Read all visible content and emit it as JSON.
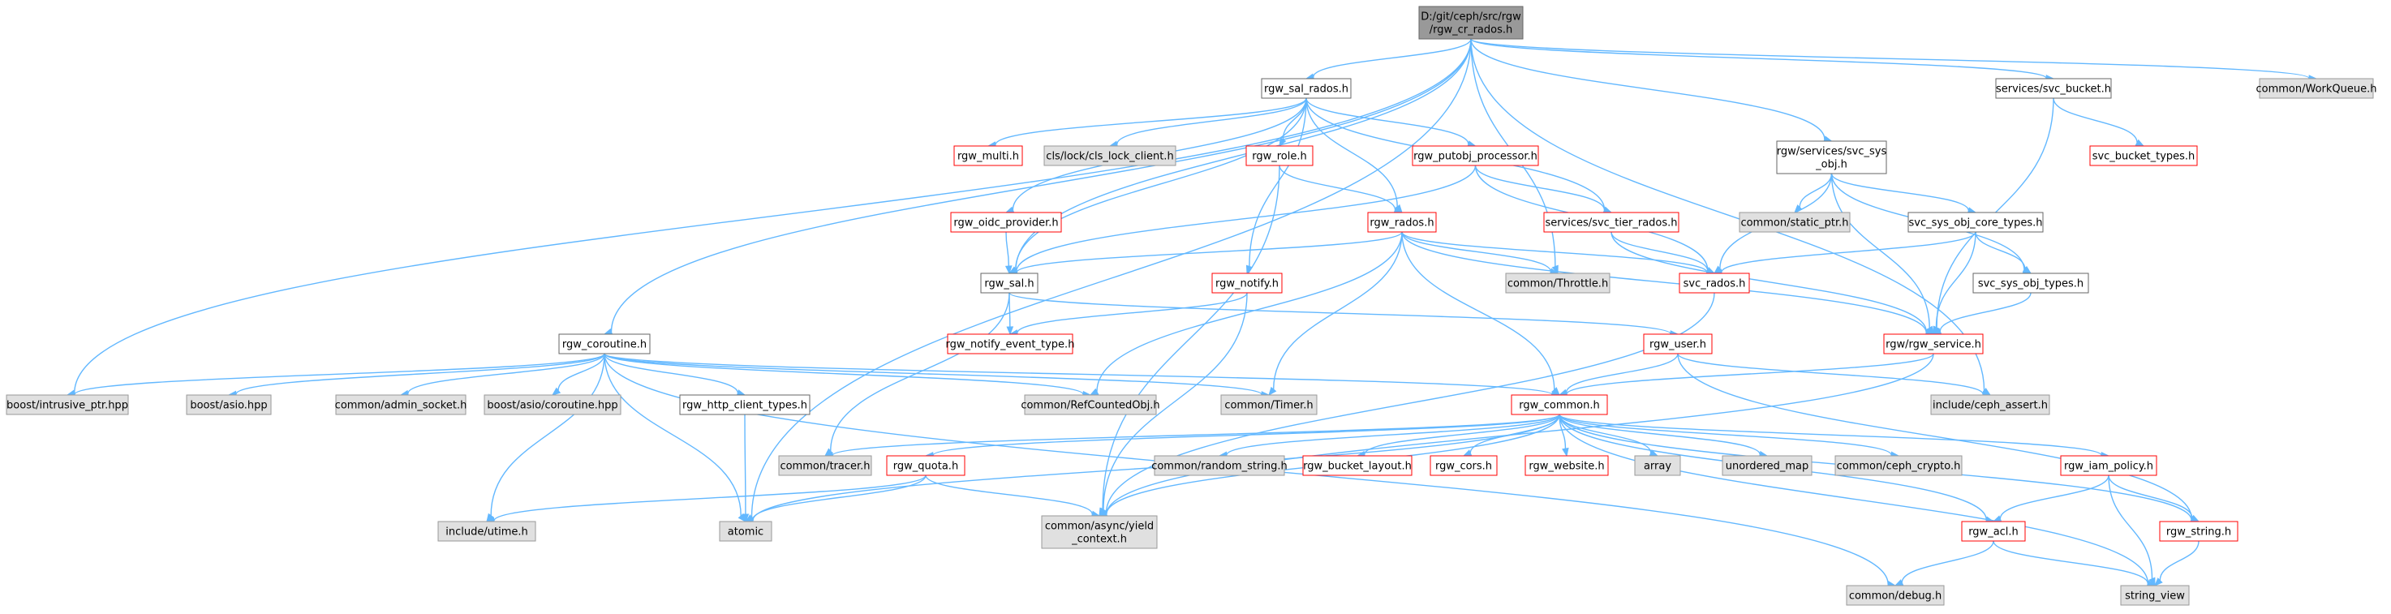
{
  "colors": {
    "root_fill": "#999999",
    "documented_fill": "#ffffff",
    "documented_stroke": "#666666",
    "undocumented_stroke": "#ff0000",
    "external_fill": "#e0e0e0",
    "external_stroke": "#999999",
    "edge": "#63b8ff"
  },
  "nodes": [
    {
      "id": "root",
      "lines": [
        "D:/git/ceph/src/rgw",
        "/rgw_cr_rados.h"
      ],
      "kind": "root"
    },
    {
      "id": "rgw_sal_rados",
      "lines": [
        "rgw_sal_rados.h"
      ],
      "kind": "documented"
    },
    {
      "id": "services_svc_bucket",
      "lines": [
        "services/svc_bucket.h"
      ],
      "kind": "documented"
    },
    {
      "id": "workqueue",
      "lines": [
        "common/WorkQueue.h"
      ],
      "kind": "external"
    },
    {
      "id": "rgw_multi",
      "lines": [
        "rgw_multi.h"
      ],
      "kind": "undocumented"
    },
    {
      "id": "cls_lock_client",
      "lines": [
        "cls/lock/cls_lock_client.h"
      ],
      "kind": "external"
    },
    {
      "id": "rgw_role",
      "lines": [
        "rgw_role.h"
      ],
      "kind": "undocumented"
    },
    {
      "id": "rgw_putobj_processor",
      "lines": [
        "rgw_putobj_processor.h"
      ],
      "kind": "undocumented"
    },
    {
      "id": "svc_sys_obj",
      "lines": [
        "rgw/services/svc_sys",
        "_obj.h"
      ],
      "kind": "documented"
    },
    {
      "id": "svc_bucket_types",
      "lines": [
        "svc_bucket_types.h"
      ],
      "kind": "undocumented"
    },
    {
      "id": "common_static_ptr",
      "lines": [
        "common/static_ptr.h"
      ],
      "kind": "external"
    },
    {
      "id": "rgw_oidc_provider",
      "lines": [
        "rgw_oidc_provider.h"
      ],
      "kind": "undocumented"
    },
    {
      "id": "rgw_rados",
      "lines": [
        "rgw_rados.h"
      ],
      "kind": "undocumented"
    },
    {
      "id": "svc_tier_rados",
      "lines": [
        "services/svc_tier_rados.h"
      ],
      "kind": "undocumented"
    },
    {
      "id": "svc_sys_obj_core_types",
      "lines": [
        "svc_sys_obj_core_types.h"
      ],
      "kind": "documented"
    },
    {
      "id": "rgw_sal",
      "lines": [
        "rgw_sal.h"
      ],
      "kind": "documented"
    },
    {
      "id": "rgw_notify",
      "lines": [
        "rgw_notify.h"
      ],
      "kind": "undocumented"
    },
    {
      "id": "common_throttle",
      "lines": [
        "common/Throttle.h"
      ],
      "kind": "external"
    },
    {
      "id": "svc_rados",
      "lines": [
        "svc_rados.h"
      ],
      "kind": "undocumented"
    },
    {
      "id": "svc_sys_obj_types",
      "lines": [
        "svc_sys_obj_types.h"
      ],
      "kind": "documented"
    },
    {
      "id": "rgw_coroutine",
      "lines": [
        "rgw_coroutine.h"
      ],
      "kind": "documented"
    },
    {
      "id": "rgw_notify_event_type",
      "lines": [
        "rgw_notify_event_type.h"
      ],
      "kind": "undocumented"
    },
    {
      "id": "rgw_user",
      "lines": [
        "rgw_user.h"
      ],
      "kind": "undocumented"
    },
    {
      "id": "rgw_service",
      "lines": [
        "rgw/rgw_service.h"
      ],
      "kind": "undocumented"
    },
    {
      "id": "boost_intrusive_ptr",
      "lines": [
        "boost/intrusive_ptr.hpp"
      ],
      "kind": "external"
    },
    {
      "id": "boost_asio",
      "lines": [
        "boost/asio.hpp"
      ],
      "kind": "external"
    },
    {
      "id": "common_admin_socket",
      "lines": [
        "common/admin_socket.h"
      ],
      "kind": "external"
    },
    {
      "id": "boost_asio_coroutine",
      "lines": [
        "boost/asio/coroutine.hpp"
      ],
      "kind": "external"
    },
    {
      "id": "rgw_http_client_types",
      "lines": [
        "rgw_http_client_types.h"
      ],
      "kind": "documented"
    },
    {
      "id": "common_refcountedobj",
      "lines": [
        "common/RefCountedObj.h"
      ],
      "kind": "external"
    },
    {
      "id": "common_timer",
      "lines": [
        "common/Timer.h"
      ],
      "kind": "external"
    },
    {
      "id": "rgw_common",
      "lines": [
        "rgw_common.h"
      ],
      "kind": "undocumented"
    },
    {
      "id": "include_ceph_assert",
      "lines": [
        "include/ceph_assert.h"
      ],
      "kind": "external"
    },
    {
      "id": "common_tracer",
      "lines": [
        "common/tracer.h"
      ],
      "kind": "external"
    },
    {
      "id": "rgw_quota",
      "lines": [
        "rgw_quota.h"
      ],
      "kind": "undocumented"
    },
    {
      "id": "common_random_string",
      "lines": [
        "common/random_string.h"
      ],
      "kind": "external"
    },
    {
      "id": "rgw_bucket_layout",
      "lines": [
        "rgw_bucket_layout.h"
      ],
      "kind": "undocumented"
    },
    {
      "id": "rgw_cors",
      "lines": [
        "rgw_cors.h"
      ],
      "kind": "undocumented"
    },
    {
      "id": "rgw_website",
      "lines": [
        "rgw_website.h"
      ],
      "kind": "undocumented"
    },
    {
      "id": "array",
      "lines": [
        "array"
      ],
      "kind": "external"
    },
    {
      "id": "unordered_map",
      "lines": [
        "unordered_map"
      ],
      "kind": "external"
    },
    {
      "id": "common_ceph_crypto",
      "lines": [
        "common/ceph_crypto.h"
      ],
      "kind": "external"
    },
    {
      "id": "rgw_iam_policy",
      "lines": [
        "rgw_iam_policy.h"
      ],
      "kind": "undocumented"
    },
    {
      "id": "include_utime",
      "lines": [
        "include/utime.h"
      ],
      "kind": "external"
    },
    {
      "id": "atomic",
      "lines": [
        "atomic"
      ],
      "kind": "external"
    },
    {
      "id": "common_async_yield_context",
      "lines": [
        "common/async/yield",
        "_context.h"
      ],
      "kind": "external"
    },
    {
      "id": "rgw_acl",
      "lines": [
        "rgw_acl.h"
      ],
      "kind": "undocumented"
    },
    {
      "id": "rgw_string",
      "lines": [
        "rgw_string.h"
      ],
      "kind": "undocumented"
    },
    {
      "id": "common_debug",
      "lines": [
        "common/debug.h"
      ],
      "kind": "external"
    },
    {
      "id": "string_view",
      "lines": [
        "string_view"
      ],
      "kind": "external"
    }
  ],
  "edges": [
    [
      "root",
      "rgw_sal_rados"
    ],
    [
      "root",
      "services_svc_bucket"
    ],
    [
      "root",
      "workqueue"
    ],
    [
      "root",
      "svc_sys_obj"
    ],
    [
      "root",
      "rgw_sal"
    ],
    [
      "root",
      "common_throttle"
    ],
    [
      "root",
      "rgw_coroutine"
    ],
    [
      "root",
      "boost_intrusive_ptr"
    ],
    [
      "root",
      "atomic"
    ],
    [
      "root",
      "include_ceph_assert"
    ],
    [
      "rgw_sal_rados",
      "rgw_multi"
    ],
    [
      "rgw_sal_rados",
      "cls_lock_client"
    ],
    [
      "rgw_sal_rados",
      "rgw_role"
    ],
    [
      "rgw_sal_rados",
      "rgw_putobj_processor"
    ],
    [
      "rgw_sal_rados",
      "rgw_oidc_provider"
    ],
    [
      "rgw_sal_rados",
      "rgw_rados"
    ],
    [
      "rgw_sal_rados",
      "svc_tier_rados"
    ],
    [
      "rgw_sal_rados",
      "rgw_sal"
    ],
    [
      "rgw_sal_rados",
      "rgw_notify"
    ],
    [
      "services_svc_bucket",
      "svc_bucket_types"
    ],
    [
      "services_svc_bucket",
      "rgw_service"
    ],
    [
      "svc_sys_obj",
      "common_static_ptr"
    ],
    [
      "svc_sys_obj",
      "svc_sys_obj_core_types"
    ],
    [
      "svc_sys_obj",
      "svc_sys_obj_types"
    ],
    [
      "svc_sys_obj",
      "svc_rados"
    ],
    [
      "svc_sys_obj",
      "rgw_service"
    ],
    [
      "svc_sys_obj_core_types",
      "svc_rados"
    ],
    [
      "svc_sys_obj_core_types",
      "svc_sys_obj_types"
    ],
    [
      "svc_sys_obj_core_types",
      "rgw_service"
    ],
    [
      "svc_sys_obj_types",
      "rgw_service"
    ],
    [
      "rgw_role",
      "rgw_rados"
    ],
    [
      "rgw_role",
      "common_async_yield_context"
    ],
    [
      "rgw_putobj_processor",
      "rgw_sal"
    ],
    [
      "rgw_putobj_processor",
      "svc_tier_rados"
    ],
    [
      "rgw_putobj_processor",
      "svc_rados"
    ],
    [
      "rgw_oidc_provider",
      "rgw_sal"
    ],
    [
      "rgw_rados",
      "rgw_sal"
    ],
    [
      "rgw_rados",
      "svc_rados"
    ],
    [
      "rgw_rados",
      "common_throttle"
    ],
    [
      "rgw_rados",
      "rgw_service"
    ],
    [
      "rgw_rados",
      "common_refcountedobj"
    ],
    [
      "rgw_rados",
      "common_timer"
    ],
    [
      "rgw_rados",
      "rgw_common"
    ],
    [
      "svc_tier_rados",
      "svc_rados"
    ],
    [
      "svc_tier_rados",
      "rgw_service"
    ],
    [
      "svc_rados",
      "common_async_yield_context"
    ],
    [
      "rgw_sal",
      "rgw_notify_event_type"
    ],
    [
      "rgw_sal",
      "rgw_user"
    ],
    [
      "rgw_sal",
      "common_tracer"
    ],
    [
      "rgw_notify",
      "rgw_notify_event_type"
    ],
    [
      "rgw_notify",
      "common_async_yield_context"
    ],
    [
      "rgw_service",
      "rgw_common"
    ],
    [
      "rgw_service",
      "common_async_yield_context"
    ],
    [
      "rgw_user",
      "rgw_common"
    ],
    [
      "rgw_user",
      "include_ceph_assert"
    ],
    [
      "rgw_user",
      "rgw_string"
    ],
    [
      "rgw_coroutine",
      "boost_intrusive_ptr"
    ],
    [
      "rgw_coroutine",
      "boost_asio"
    ],
    [
      "rgw_coroutine",
      "common_admin_socket"
    ],
    [
      "rgw_coroutine",
      "boost_asio_coroutine"
    ],
    [
      "rgw_coroutine",
      "rgw_http_client_types"
    ],
    [
      "rgw_coroutine",
      "common_refcountedobj"
    ],
    [
      "rgw_coroutine",
      "common_timer"
    ],
    [
      "rgw_coroutine",
      "rgw_common"
    ],
    [
      "rgw_coroutine",
      "include_utime"
    ],
    [
      "rgw_coroutine",
      "atomic"
    ],
    [
      "rgw_coroutine",
      "common_debug"
    ],
    [
      "rgw_http_client_types",
      "atomic"
    ],
    [
      "rgw_common",
      "common_tracer"
    ],
    [
      "rgw_common",
      "rgw_quota"
    ],
    [
      "rgw_common",
      "common_random_string"
    ],
    [
      "rgw_common",
      "rgw_bucket_layout"
    ],
    [
      "rgw_common",
      "rgw_cors"
    ],
    [
      "rgw_common",
      "rgw_website"
    ],
    [
      "rgw_common",
      "array"
    ],
    [
      "rgw_common",
      "unordered_map"
    ],
    [
      "rgw_common",
      "common_ceph_crypto"
    ],
    [
      "rgw_common",
      "rgw_iam_policy"
    ],
    [
      "rgw_common",
      "rgw_acl"
    ],
    [
      "rgw_common",
      "rgw_string"
    ],
    [
      "rgw_common",
      "string_view"
    ],
    [
      "rgw_common",
      "atomic"
    ],
    [
      "rgw_common",
      "common_async_yield_context"
    ],
    [
      "rgw_quota",
      "include_utime"
    ],
    [
      "rgw_quota",
      "atomic"
    ],
    [
      "rgw_quota",
      "common_async_yield_context"
    ],
    [
      "rgw_iam_policy",
      "rgw_acl"
    ],
    [
      "rgw_iam_policy",
      "rgw_string"
    ],
    [
      "rgw_iam_policy",
      "string_view"
    ],
    [
      "rgw_acl",
      "common_debug"
    ],
    [
      "rgw_acl",
      "string_view"
    ],
    [
      "rgw_string",
      "string_view"
    ]
  ]
}
